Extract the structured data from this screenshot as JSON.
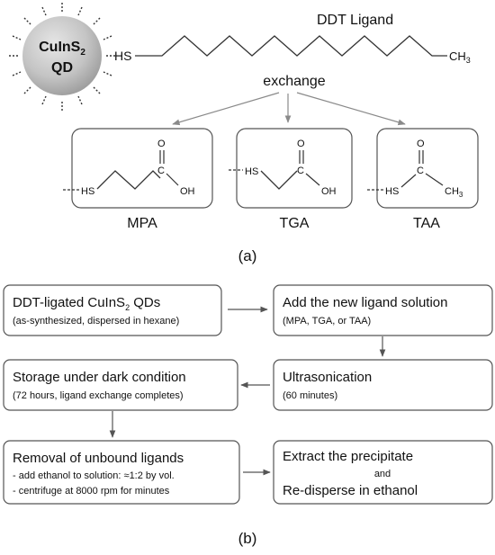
{
  "part_a": {
    "qd_line1": "CuInS",
    "qd_sub": "2",
    "qd_line2": "QD",
    "ligand_title": "DDT Ligand",
    "sh": "HS",
    "ch3_main": "CH",
    "ch3_sub": "3",
    "exchange": "exchange",
    "molecules": [
      {
        "name": "MPA",
        "hs": "HS",
        "o": "O",
        "c": "C",
        "end": "OH"
      },
      {
        "name": "TGA",
        "hs": "HS",
        "o": "O",
        "c": "C",
        "end": "OH"
      },
      {
        "name": "TAA",
        "hs": "HS",
        "o": "O",
        "c": "C",
        "end": "CH",
        "end_sub": "3"
      }
    ],
    "caption": "(a)"
  },
  "part_b": {
    "step1": {
      "title": "DDT-ligated CuInS",
      "title_sub": "2",
      "title_end": " QDs",
      "detail": "(as-synthesized, dispersed in hexane)"
    },
    "step2": {
      "title": "Add the new ligand solution",
      "detail": "(MPA, TGA, or TAA)"
    },
    "step3": {
      "title": "Ultrasonication",
      "detail": "(60 minutes)"
    },
    "step4": {
      "title": "Storage under dark condition",
      "detail": "(72 hours, ligand exchange completes)"
    },
    "step5": {
      "title": "Removal of unbound ligands",
      "detail1": "- add ethanol to solution:  ≈1:2 by vol.",
      "detail2": "- centrifuge at 8000 rpm for minutes"
    },
    "step6": {
      "line1": "Extract the precipitate",
      "line2": "and",
      "line3": "Re-disperse in ethanol"
    },
    "caption": "(b)"
  }
}
